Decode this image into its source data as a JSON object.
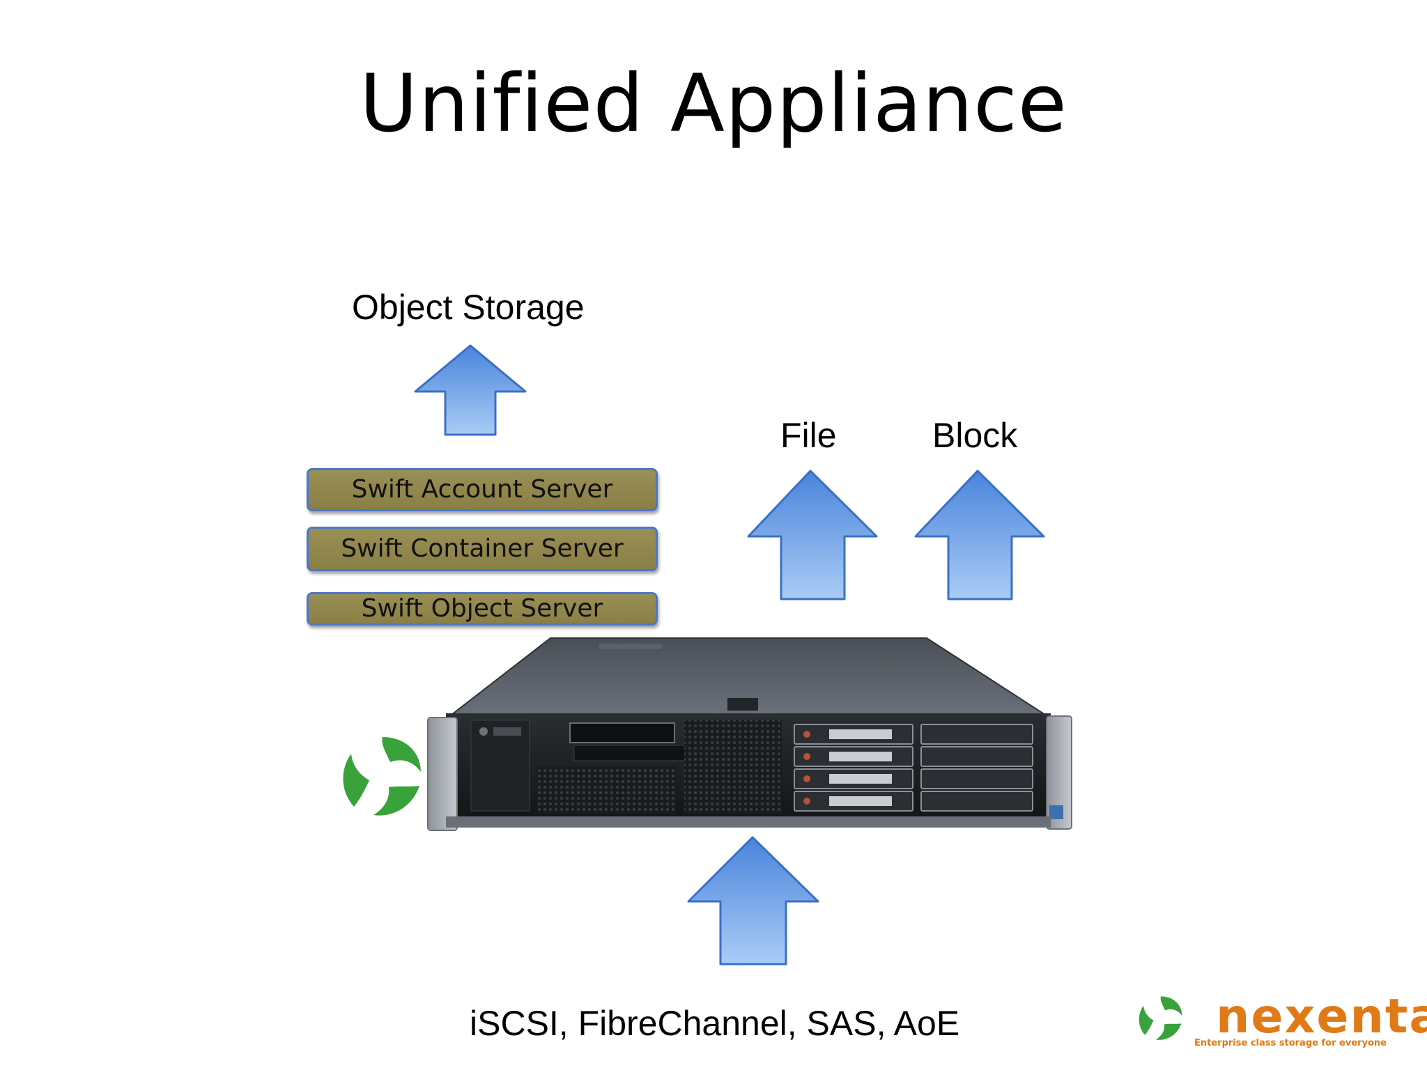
{
  "title": "Unified Appliance",
  "labels": {
    "object_storage": "Object Storage",
    "file": "File",
    "block": "Block",
    "protocols": "iSCSI, FibreChannel, SAS, AoE"
  },
  "swift_servers": [
    "Swift Account Server",
    "Swift Container Server",
    "Swift Object Server"
  ],
  "brand": {
    "name": "nexenta",
    "tagline": "Enterprise class storage for everyone",
    "color": "#e07a16",
    "mark_color": "#3aa23a"
  },
  "colors": {
    "arrow_top": "#4a84dc",
    "arrow_bottom": "#a9ccf5",
    "swift_fill": "#958a4e",
    "swift_border": "#4a78c8"
  }
}
